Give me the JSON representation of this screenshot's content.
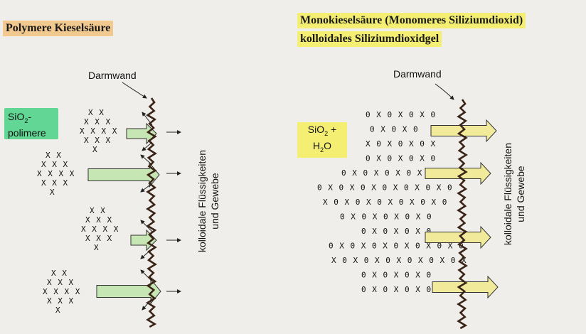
{
  "left": {
    "title": "Polymere Kieselsäure",
    "wall_label": "Darmwand",
    "badge_line1": "SiO",
    "badge_sub": "2",
    "badge_line1_tail": "-",
    "badge_line2": "polimere",
    "side_text_line1": "kolloidale Flüssigkeiten",
    "side_text_line2": "und Gewebe",
    "cross_rows": [
      [
        "X X",
        "X X X",
        "X X X X",
        "X X X",
        "X"
      ],
      [
        "X X",
        "X X X",
        "X X X X",
        "X X X",
        "X"
      ],
      [
        "X X",
        "X X X",
        "X X X X",
        "X X X",
        "X"
      ],
      [
        "X X",
        "X X X",
        "X X X X",
        "X X X",
        "X"
      ]
    ]
  },
  "right": {
    "title_line1": "Monokieselsäure (Monomeres Siliziumdioxid)",
    "title_line2": "kolloidales Siliziumdioxidgel",
    "wall_label": "Darmwand",
    "badge_line1": "SiO",
    "badge_sub1": "2",
    "badge_line1_tail": " +",
    "badge_line2": "H",
    "badge_sub2": "2",
    "badge_line2_tail": "O",
    "side_text_line1": "kolloidale Flüssigkeiten",
    "side_text_line2": "und Gewebe",
    "xo_rows": [
      "0 X 0 X 0 X 0",
      "0 X 0 X 0",
      "X 0 X 0 X 0 X",
      "0 X 0 X 0 X 0",
      "0 X 0 X 0 X 0 X 0",
      "0 X 0 X 0 X 0 X 0 X 0 X 0",
      "X 0 X 0 X 0 X 0 X 0 X 0",
      "0 X 0 X 0 X 0 X 0",
      "0 X 0 X 0 X 0",
      "0 X 0 X 0 X 0 X 0 X 0 X 0",
      "X 0 X 0 X 0 X 0 X 0 X 0 X",
      "0 X 0 X 0 X 0",
      "0 X 0 X 0 X 0 X 0"
    ]
  },
  "colors": {
    "background": "#efeeea",
    "green_arrow": "#c6e7b4",
    "yellow_arrow": "#f1ea9a",
    "title_left_highlight": "#f2c98e",
    "title_right_highlight": "#f4ef72",
    "badge_green": "#62d694",
    "wall": "#3a2418"
  }
}
